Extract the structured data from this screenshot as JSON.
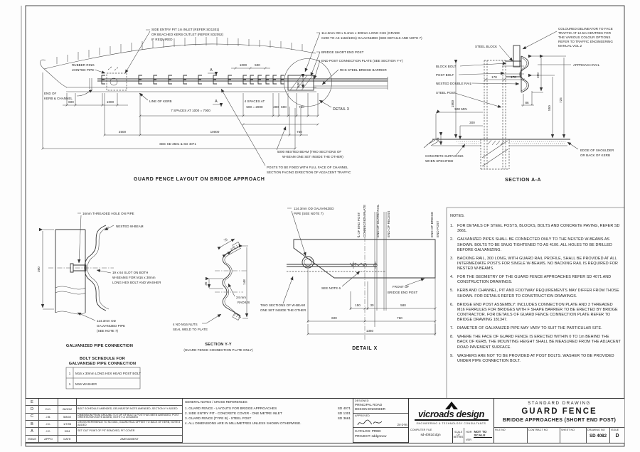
{
  "layout": {
    "title": "GUARD FENCE LAYOUT ON BRIDGE APPROACH",
    "side_entry_1": "SIDE ENTRY PIT 1m INLET (REFER SD1301)",
    "side_entry_2": "OR BEACHED KERB OUTLET (REFER SD2052)",
    "side_entry_3": "IF REQUIRED",
    "rubber_ring_1": "RUBBER RING",
    "rubber_ring_2": "JOINTED PIPE",
    "end_kerb_1": "END OF",
    "end_kerb_2": "KERB & CHANNEL",
    "line_of_kerb": "LINE OF KERB",
    "marker_a": "A",
    "chs_note_1": "114.3mm OD x 5.4mm x 300mm LONG CHS (GRADE",
    "chs_note_2": "C200 TO AS 1163/1991) GALVANIZED (SEE DETAILS AND NOTE 7)",
    "bridge_short_end_post": "BRIDGE SHORT END POST",
    "end_post_plate": "END POST CONNECTION PLATE (SEE SECTION Y-Y)",
    "rhs_barrier": "RHS STEEL BRIDGE BARRIER",
    "detail_x_ref": "DETAIL X",
    "nested_beam_1": "5000 NESTED BEAM (TWO SECTIONS OF",
    "nested_beam_2": "W-BEAM ONE SET INSIDE THE OTHER)",
    "posts_fixed_1": "POSTS TO BE FIXED WITH FULL FACE OF CHANNEL",
    "posts_fixed_2": "SECTION FACING DIRECTION OF ADJACENT TRAFFIC",
    "see_sd": "SEE SD 3501 & SD 4071",
    "dims": {
      "d1000a": "1000",
      "d500a": "500",
      "d600a": "600",
      "d1000b": "1000",
      "sp4a": "4 SPACES AT",
      "sp4b": "500 = 2000",
      "d400": "400",
      "d600b": "600",
      "d760": "760",
      "sp7": "7 SPACES AT 1000 = 7000",
      "d2500": "2500",
      "d10000": "10000",
      "d750": "750",
      "d500v": "500"
    }
  },
  "section_aa": {
    "title": "SECTION A-A",
    "steel_block": "STEEL BLOCK",
    "block_bolt": "BLOCK BOLT",
    "post_bolt": "POST BOLT",
    "nested_double_rail": "NESTED DOUBLE RAIL",
    "steel_post": "STEEL POST",
    "delineator_1": "COLOURED DELINEATOR TO FACE",
    "delineator_2": "TRAFFIC AT 12.5m CENTRES FOR",
    "delineator_3": "THE VARIOUS COLOUR OPTIONS",
    "delineator_4": "REFER TO TRAFFIC ENGINEERING",
    "delineator_5": "MANUAL VOL.2",
    "approach_rail": "APPROACH RAIL",
    "concrete_1": "CONCRETE SURFACING",
    "concrete_2": "WHEN SPECIFIED",
    "edge_1": "EDGE OF SHOULDER",
    "edge_2": "OR BACK OF KERB",
    "dims": {
      "d178a": "178",
      "d178b": "178",
      "d350": "350",
      "d86": "86",
      "d550": "550",
      "d725": "725",
      "d1800": "1800",
      "d500min": "500 MIN",
      "d300": "300",
      "d75": "75"
    }
  },
  "pipe_conn": {
    "title": "GALVANIZED PIPE CONNECTION",
    "threaded_hole": "16mm THREADED HOLE ON PIPE",
    "nested_wbeam": "NESTED W-BEAM",
    "slot_1": "19 x 64 SLOT ON BOTH",
    "slot_2": "W-BEAMS FOR M16 x 30mm",
    "slot_3": "LONG HEX BOLT AND WASHER",
    "pipe_1": "114.3mm OD",
    "pipe_2": "GALVANIZED PIPE",
    "pipe_3": "(SEE NOTE 7)",
    "d300": "300",
    "schedule_title_1": "BOLT SCHEDULE FOR",
    "schedule_title_2": "GALVANISED PIPE CONNECTION",
    "schedule": [
      {
        "qty": "1",
        "item": "M16 x 30mm LONG HEX HEAD POST BOLT"
      },
      {
        "qty": "1",
        "item": "M16 WASHER"
      }
    ]
  },
  "section_yy": {
    "title": "SECTION Y-Y",
    "subtitle": "(GUARD FENCE CONNECTION PLATE ONLY)",
    "nuts_1": "4 NO M16 NUTS",
    "nuts_2": "SEAL WELD TO PLATE",
    "radius_1": "24 mm",
    "radius_2": "RADIUS",
    "dims": {
      "d75": "75",
      "d27": "27",
      "d35": "35",
      "d148": "148"
    }
  },
  "detail_x": {
    "title": "DETAIL X",
    "pipe_1": "114.3mm OD GALVANIZED",
    "pipe_2": "PIPE (SEE NOTE 7)",
    "cl_1": "℄ OF END POST",
    "cl_2": "CONNECTION PLATE",
    "end_guard_rail": "END OF GUARD RAIL",
    "end_recess": "END OF RECESS",
    "end_bridge_1": "END OF BRIDGE",
    "end_bridge_2": "END POST",
    "see_note_6": "SEE NOTE 6",
    "front_1": "FRONT OF",
    "front_2": "BRIDGE END POST",
    "two_sections_1": "TWO SECTIONS OF W-BEAM",
    "two_sections_2": "ONE SET INSIDE THE OTHER",
    "dims": {
      "d150": "150",
      "d30": "30",
      "d580": "580",
      "d600": "600",
      "d760": "760",
      "d1360": "1360"
    }
  },
  "notes": {
    "heading": "NOTES.",
    "items": [
      {
        "num": "1.",
        "text": "FOR DETAILS OF STEEL POSTS, BLOCKS, BOLTS AND CONCRETE PAVING, REFER SD 3661."
      },
      {
        "num": "2.",
        "text": "GALVANIZED PIPES SHALL BE CONNECTED ONLY TO THE NESTED W-BEAMS AS SHOWN. BOLTS TO BE SNUG TIGHTENED TO AS 4100. ALL HOLES TO BE DRILLED BEFORE GALVANIZING."
      },
      {
        "num": "3.",
        "text": "BACKING RAIL, 300 LONG, WITH GUARD RAIL PROFILE, SHALL BE PROVIDED AT ALL INTERMEDIATE POSTS FOR SINGLE W-BEAMS. NO BACKING RAIL IS REQUIRED FOR NESTED W-BEAMS."
      },
      {
        "num": "4.",
        "text": "FOR THE GEOMETRY OF THE GUARD FENCE APPROACHES REFER SD 4071 AND CONSTRUCTION DRAWINGS."
      },
      {
        "num": "5.",
        "text": "KERB AND CHANNEL, PIT AND FOOTWAY REQUIREMENTS MAY DIFFER FROM THOSE SHOWN. FOR DETAILS REFER TO CONSTRUCTION DRAWINGS."
      },
      {
        "num": "6.",
        "text": "BRIDGE END POST ASSEMBLY: INCLUDES CONNECTION PLATE AND 3 THREADED M16 FERRULES FOR BRIDGES WITH F SHAPE BARRIER TO BE ERECTED BY BRIDGE CONTRACTOR. FOR DETAILS OF GUARD FENCE CONNECTION PLATE REFER TO BRIDGE DRAWING 181347."
      },
      {
        "num": "7.",
        "text": "DIAMETER OF GALVANIZED PIPE MAY VARY TO SUIT THE PARTICULAR SITE."
      },
      {
        "num": "8.",
        "text": "WHERE THE FACE OF GUARD FENCE IS ERECTED WITHIN 0 TO 1m BEHIND THE BACK OF KERB, THE MOUNTING HEIGHT SHALL BE MEASURED FROM THE ADJACENT ROAD PAVEMENT SURFACE."
      },
      {
        "num": "9.",
        "text": "WASHERS ARE NOT TO BE PROVIDED AT POST BOLTS. WASHER TO BE PROVIDED UNDER PIPE CONNECTION BOLT."
      }
    ]
  },
  "revisions": {
    "headers": {
      "issue": "ISSUE",
      "appd": "APP'D",
      "date": "DATE",
      "amendment": "AMENDMENT"
    },
    "rows": [
      {
        "issue": "E",
        "appd": "",
        "date": "",
        "amendment": ""
      },
      {
        "issue": "D",
        "appd": "D.C.",
        "date": "26/3/12",
        "amendment": "BOLT SCHEDULE AMENDED, DELINEATOR NOTE AMENDED, SECTION Y-Y ADDED"
      },
      {
        "issue": "C",
        "appd": "J.B.",
        "date": "5/8/02",
        "amendment": "DIMENSION FROM GROUND TO TOP OF BOLT & POST HAS BEEN AMENDED, POST ORIENTATION NOTE ADDED, NOTE 9 & 10 ADDED"
      },
      {
        "issue": "B",
        "appd": "J.C.",
        "date": "1/7/95",
        "amendment": "CROSS REFERENCE TO SD 3501, GUARD RAIL OFFSET TO BACK OF KERB, NOTE 8 ADDED"
      },
      {
        "issue": "A",
        "appd": "J.C.",
        "date": "9/94",
        "amendment": "SET OUT POINT OF PIT REMOVED, PIT COVER"
      }
    ]
  },
  "general_notes": {
    "heading": "GENERAL NOTES / CROSS REFERENCES",
    "items": [
      {
        "text": "1. GUARD FENCE - LAYOUTS FOR BRIDGE APPROACHES",
        "ref": "SD 4071"
      },
      {
        "text": "2. SIDE ENTRY PIT - CONCRETE COVER - ONE METRE INLET",
        "ref": "SD 1301"
      },
      {
        "text": "3. GUARD FENCE (TYPE B) - STEEL POST",
        "ref": "SD 3661"
      },
      {
        "text": "4. ALL DIMENSIONS ARE IN MILLIMETRES UNLESS SHOWN OTHERWISE.",
        "ref": ""
      }
    ]
  },
  "title_block": {
    "designed_label": "DESIGNED",
    "designed_1": "PRINCIPAL ROAD",
    "designed_2": "DESIGN ENGINEER",
    "approved_label": "APPROVED",
    "approved_date": "24-2-94",
    "catalog": "CATALOG: PRED",
    "project": "PROJECT: sddgnnew",
    "logo_text": "vicroads design",
    "logo_sub": "ENGINEERING & TECHNOLOGY CONSULTANTS",
    "computer_file_label": "COMPUTER FILE",
    "computer_file": "sd-4082d.dgn",
    "scale_1": "SCALE",
    "scale_2": "OF",
    "scale_3": "METRES",
    "hor": "HOR",
    "ver": "VER",
    "not_to_scale": "NOT TO SCALE",
    "standard_drawing": "STANDARD DRAWING",
    "drawing_title": "GUARD FENCE",
    "drawing_subtitle": "BRIDGE APPROACHES (SHORT END POST)",
    "file_no_label": "FILE NO",
    "contract_no_label": "CONTRACT NO",
    "sheet_no_label": "SHEET NO",
    "drawing_no_label": "DRAWING NO",
    "drawing_no": "SD 4082",
    "issue_label": "ISSUE",
    "issue": "D"
  }
}
